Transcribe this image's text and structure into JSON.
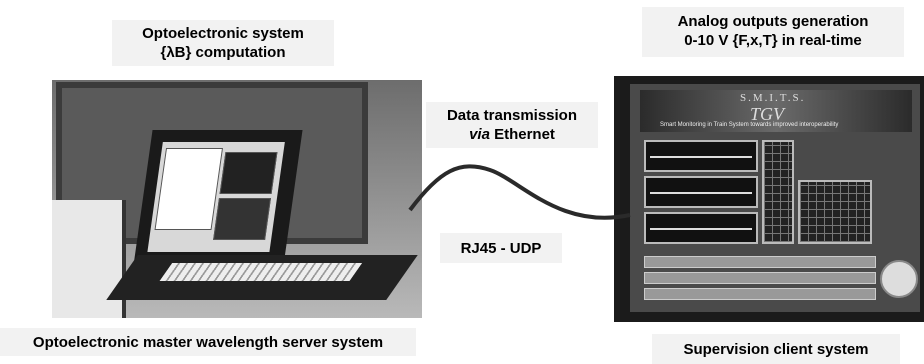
{
  "labels": {
    "optoelectronic_system_line1": "Optoelectronic system",
    "optoelectronic_system_line2": "{λB} computation",
    "analog_outputs_line1": "Analog outputs generation",
    "analog_outputs_line2": "0-10 V {F,x,T} in real-time",
    "data_transmission_line1": "Data transmission",
    "data_transmission_via": "via",
    "data_transmission_ethernet": " Ethernet",
    "rj45": "RJ45 - UDP",
    "master_server": "Optoelectronic master wavelength server system",
    "supervision_client": "Supervision client system"
  },
  "monitor": {
    "banner_title": "S.M.I.T.S.",
    "banner_logo": "TGV",
    "banner_subtitle": "Smart Monitoring in Train System towards improved interoperability"
  },
  "colors": {
    "label_background": "#f2f2f2",
    "cable": "#2a2a2a"
  }
}
